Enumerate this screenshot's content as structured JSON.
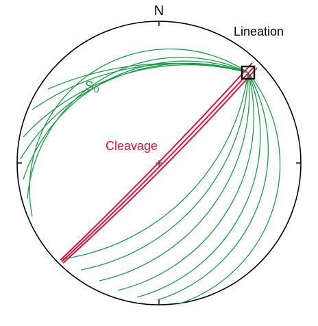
{
  "labels": {
    "north": "N",
    "lineation": "Lineation",
    "bedding_base": "S",
    "bedding_sub": "0",
    "cleavage": "Cleavage"
  },
  "colors": {
    "outline": "#000000",
    "bedding": "#1e9a4a",
    "cleavage": "#e0103a",
    "lineation_box": "#000000"
  }
}
